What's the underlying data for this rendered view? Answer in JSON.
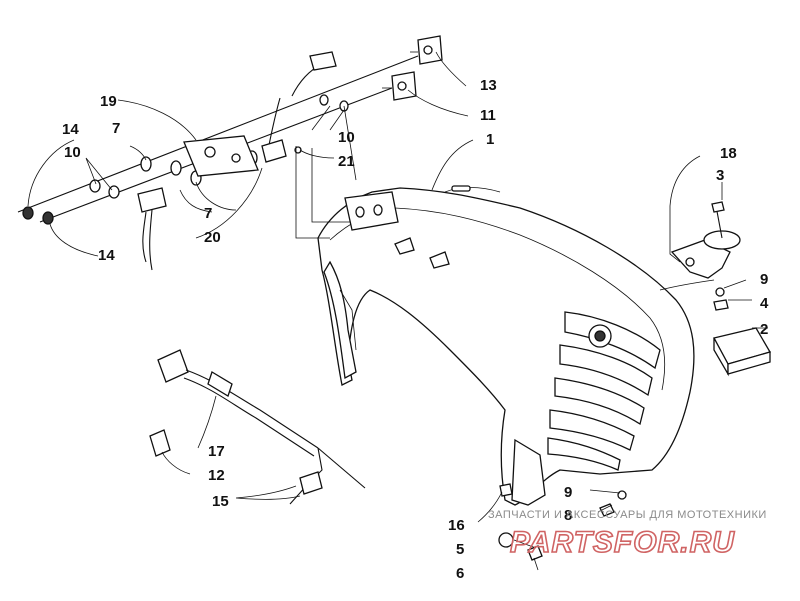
{
  "callouts": [
    {
      "id": "c1",
      "text": "1"
    },
    {
      "id": "c2",
      "text": "2"
    },
    {
      "id": "c3",
      "text": "3"
    },
    {
      "id": "c4",
      "text": "4"
    },
    {
      "id": "c5",
      "text": "5"
    },
    {
      "id": "c6",
      "text": "6"
    },
    {
      "id": "c7a",
      "text": "7"
    },
    {
      "id": "c7b",
      "text": "7"
    },
    {
      "id": "c8",
      "text": "8"
    },
    {
      "id": "c9a",
      "text": "9"
    },
    {
      "id": "c9b",
      "text": "9"
    },
    {
      "id": "c10a",
      "text": "10"
    },
    {
      "id": "c10b",
      "text": "10"
    },
    {
      "id": "c11",
      "text": "11"
    },
    {
      "id": "c12",
      "text": "12"
    },
    {
      "id": "c13",
      "text": "13"
    },
    {
      "id": "c14a",
      "text": "14"
    },
    {
      "id": "c14b",
      "text": "14"
    },
    {
      "id": "c15",
      "text": "15"
    },
    {
      "id": "c16",
      "text": "16"
    },
    {
      "id": "c17",
      "text": "17"
    },
    {
      "id": "c18",
      "text": "18"
    },
    {
      "id": "c19",
      "text": "19"
    },
    {
      "id": "c20",
      "text": "20"
    },
    {
      "id": "c21",
      "text": "21"
    }
  ],
  "watermark": {
    "tagline": "ЗАПЧАСТИ И АКСЕССУАРЫ ДЛЯ МОТОТЕХНИКИ",
    "logo": "PARTSFOR.RU"
  }
}
